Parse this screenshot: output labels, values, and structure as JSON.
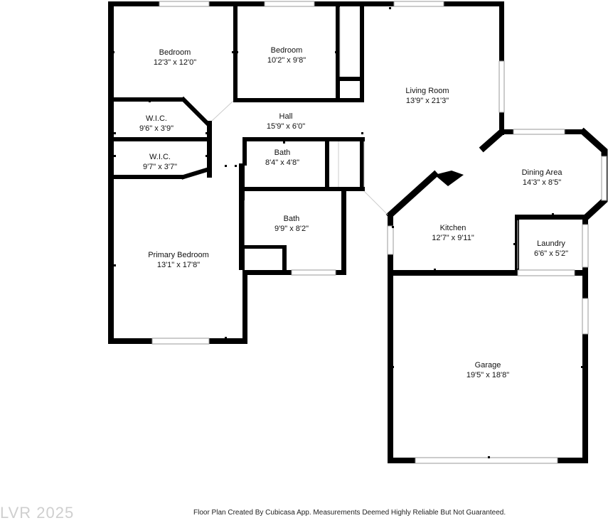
{
  "watermark": "LVR 2025",
  "footer": "Floor Plan Created By Cubicasa App. Measurements Deemed Highly Reliable But Not Guaranteed.",
  "rooms": {
    "bedroom_1": {
      "name": "Bedroom",
      "dims": "12'3\" x 12'0\""
    },
    "bedroom_2": {
      "name": "Bedroom",
      "dims": "10'2\" x 9'8\""
    },
    "living_room": {
      "name": "Living Room",
      "dims": "13'9\" x 21'3\""
    },
    "wic_1": {
      "name": "W.I.C.",
      "dims": "9'6\" x 3'9\""
    },
    "hall": {
      "name": "Hall",
      "dims": "15'9\" x 6'0\""
    },
    "wic_2": {
      "name": "W.I.C.",
      "dims": "9'7\" x 3'7\""
    },
    "bath_1": {
      "name": "Bath",
      "dims": "8'4\" x 4'8\""
    },
    "dining_area": {
      "name": "Dining Area",
      "dims": "14'3\" x 8'5\""
    },
    "bath_2": {
      "name": "Bath",
      "dims": "9'9\" x 8'2\""
    },
    "kitchen": {
      "name": "Kitchen",
      "dims": "12'7\" x 9'11\""
    },
    "laundry": {
      "name": "Laundry",
      "dims": "6'6\" x 5'2\""
    },
    "primary_bedroom": {
      "name": "Primary Bedroom",
      "dims": "13'1\" x 17'8\""
    },
    "garage": {
      "name": "Garage",
      "dims": "19'5\" x 18'8\""
    }
  }
}
